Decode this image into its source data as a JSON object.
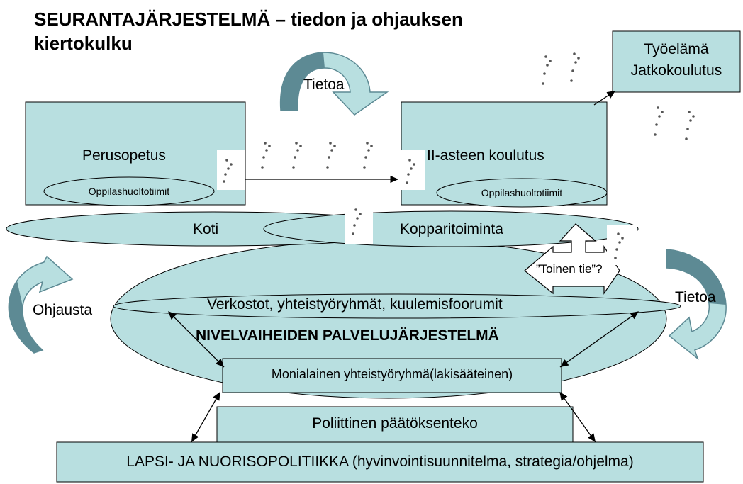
{
  "title_line1": "SEURANTAJÄRJESTELMÄ – tiedon ja ohjauksen",
  "title_line2": "kiertokulku",
  "boxes": {
    "perusopetus": "Perusopetus",
    "toinen_aste": "II-asteen koulutus",
    "tyoelama_line1": "Työelämä",
    "tyoelama_line2": "Jatkokoulutus",
    "monialainen": "Monialainen yhteistyöryhmä(lakisääteinen)",
    "poliittinen": "Poliittinen päätöksenteko",
    "lapsi": "LAPSI- JA NUORISOPOLITIIKKA (hyvinvointisuunnitelma, strategia/ohjelma)"
  },
  "ellipses": {
    "oppilashuolto_left": "Oppilashuoltotiimit",
    "oppilashuolto_right": "Oppilashuoltotiimit",
    "koti": "Koti",
    "kopparitoiminta": "Kopparitoiminta",
    "verkostot": "Verkostot, yhteistyöryhmät, kuulemisfoorumit",
    "nivelvaihe": "NIVELVAIHEIDEN PALVELUJÄRJESTELMÄ"
  },
  "arrows": {
    "tietoa_top": "Tietoa",
    "tietoa_right": "Tietoa",
    "ohjausta": "Ohjausta",
    "toinen_tie": "”Toinen tie”?"
  },
  "colors": {
    "fill": "#b8dfe0",
    "arrow_fill": "#b8dfe0",
    "arrow_dark": "#5d8a94",
    "stroke": "#000000"
  }
}
